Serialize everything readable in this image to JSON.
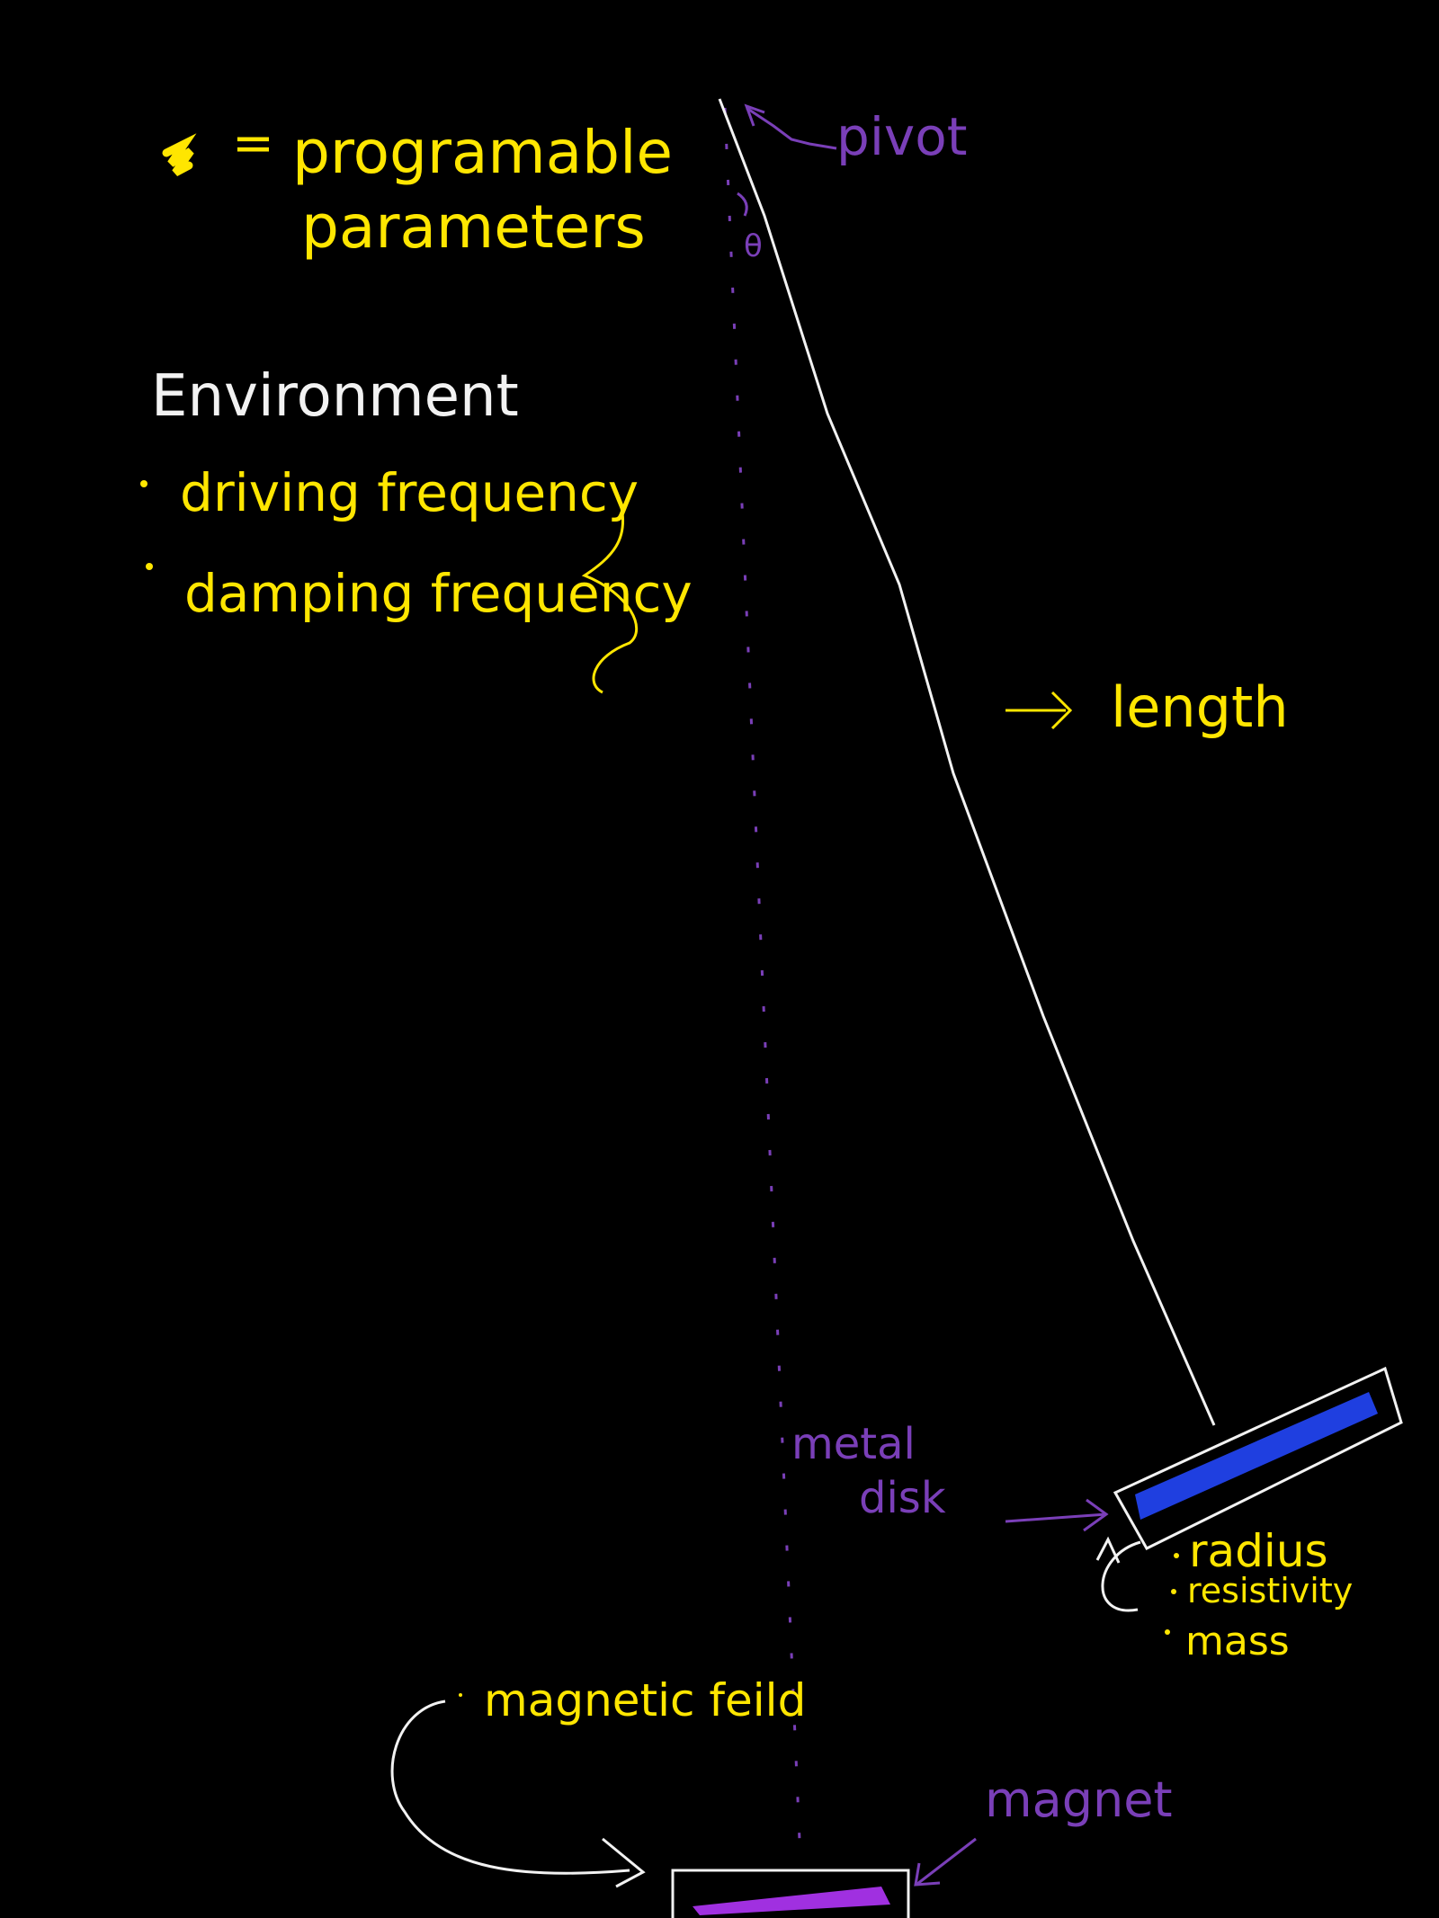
{
  "legend": {
    "marker_color": "#ffe600",
    "equals_sign": "=",
    "line1": "programable",
    "line2": "parameters"
  },
  "environment": {
    "heading": "Environment",
    "items": [
      "driving frequency",
      "damping frequency"
    ]
  },
  "labels": {
    "pivot": "pivot",
    "theta": "θ",
    "length": "length",
    "metal_disk_line1": "metal",
    "metal_disk_line2": "disk",
    "magnetic_field": "magnetic feild",
    "magnet": "magnet"
  },
  "disk_params": [
    "radius",
    "resistivity",
    "mass"
  ],
  "colors": {
    "background": "#000000",
    "param_text": "#ffe600",
    "annotation": "#7a3fb8",
    "disk_fill": "#1f3fe0",
    "magnet_fill": "#a030e0",
    "ink": "#f2f2f2"
  }
}
